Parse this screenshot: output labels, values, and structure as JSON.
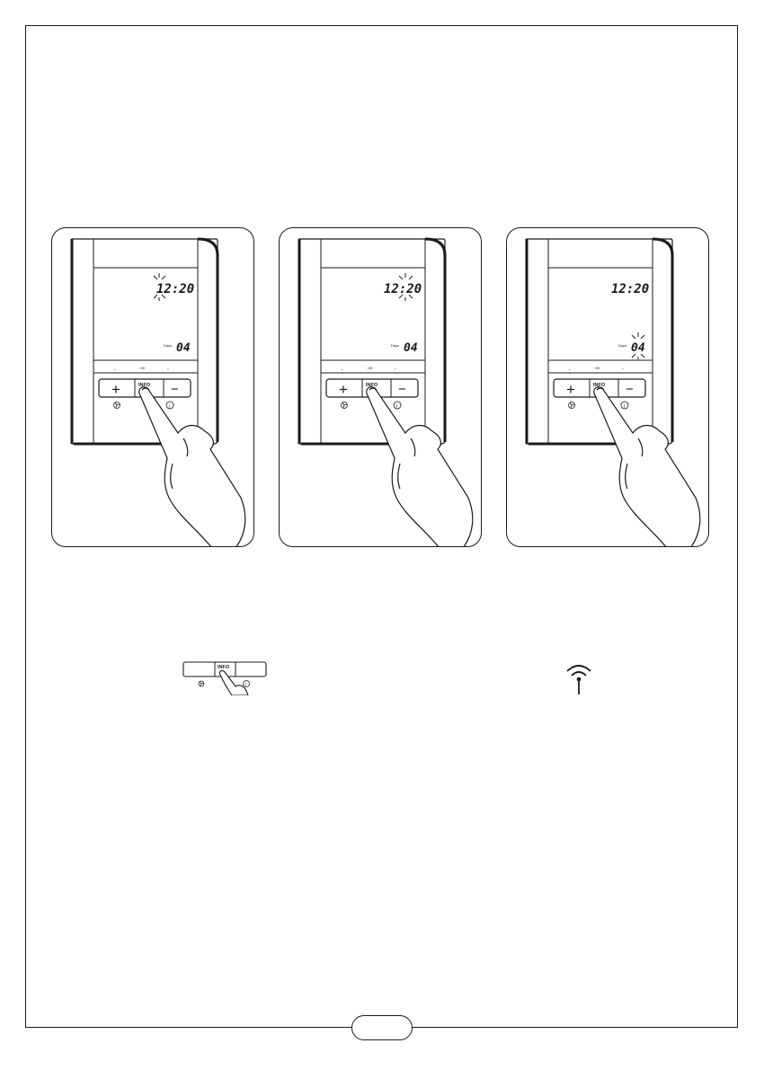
{
  "panels": [
    {
      "clock": "12:20",
      "days_label": "Days",
      "days_value": "04",
      "blinking": "hours",
      "nav": {
        "down": "⌄",
        "ok": "OK",
        "up": "^"
      },
      "keys": {
        "plus": "+",
        "info": "INFO",
        "minus": "−"
      }
    },
    {
      "clock": "12:20",
      "days_label": "Days",
      "days_value": "04",
      "blinking": "minutes",
      "nav": {
        "down": "⌄",
        "ok": "OK",
        "up": "^"
      },
      "keys": {
        "plus": "+",
        "info": "INFO",
        "minus": "−"
      }
    },
    {
      "clock": "12:20",
      "days_label": "Days",
      "days_value": "04",
      "blinking": "days",
      "nav": {
        "down": "⌄",
        "ok": "OK",
        "up": "^"
      },
      "keys": {
        "plus": "+",
        "info": "INFO",
        "minus": "−"
      }
    }
  ],
  "mini_keypad": {
    "info": "INFO"
  },
  "icons": [
    "fan-icon",
    "info-circle-icon",
    "pointing-hand-icon",
    "wireless-signal-icon"
  ],
  "colors": {
    "ink": "#1a1a1a",
    "background": "#ffffff"
  }
}
